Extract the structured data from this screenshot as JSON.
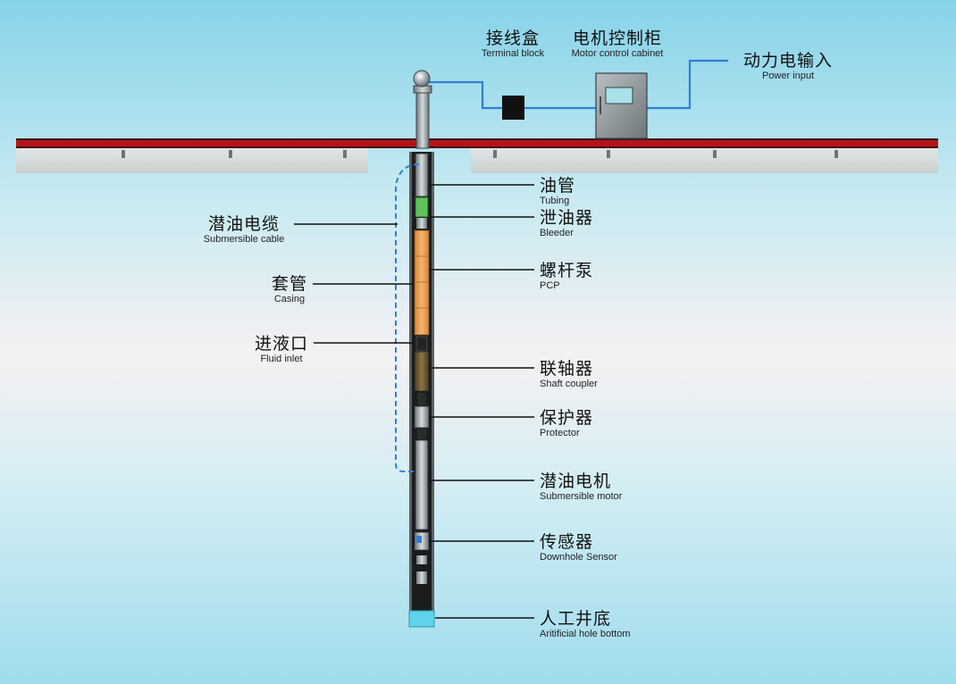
{
  "surface": {
    "terminal_block": {
      "zh": "接线盒",
      "en": "Terminal block"
    },
    "motor_control_cabinet": {
      "zh": "电机控制柜",
      "en": "Motor control cabinet"
    },
    "power_input": {
      "zh": "动力电输入",
      "en": "Power input"
    }
  },
  "left_labels": [
    {
      "key": "cable",
      "zh": "潜油电缆",
      "en": "Submersible cable"
    },
    {
      "key": "casing",
      "zh": "套管",
      "en": "Casing"
    },
    {
      "key": "inlet",
      "zh": "进液口",
      "en": "Fluid inlet"
    }
  ],
  "right_labels": [
    {
      "key": "tubing",
      "zh": "油管",
      "en": "Tubing"
    },
    {
      "key": "bleeder",
      "zh": "泄油器",
      "en": "Bleeder"
    },
    {
      "key": "pcp",
      "zh": "螺杆泵",
      "en": "PCP"
    },
    {
      "key": "coupler",
      "zh": "联轴器",
      "en": "Shaft coupler"
    },
    {
      "key": "protector",
      "zh": "保护器",
      "en": "Protector"
    },
    {
      "key": "motor",
      "zh": "潜油电机",
      "en": "Submersible motor"
    },
    {
      "key": "sensor",
      "zh": "传感器",
      "en": "Downhole Sensor"
    },
    {
      "key": "bottom",
      "zh": "人工井底",
      "en": "Aritificial hole bottom"
    }
  ],
  "colors": {
    "cable": "#2f7fd6",
    "surface_red": "#b3141a",
    "pump_orange": "#f0a050",
    "bleeder_green": "#5dc25a",
    "bottom_water": "#5fd3ea"
  }
}
